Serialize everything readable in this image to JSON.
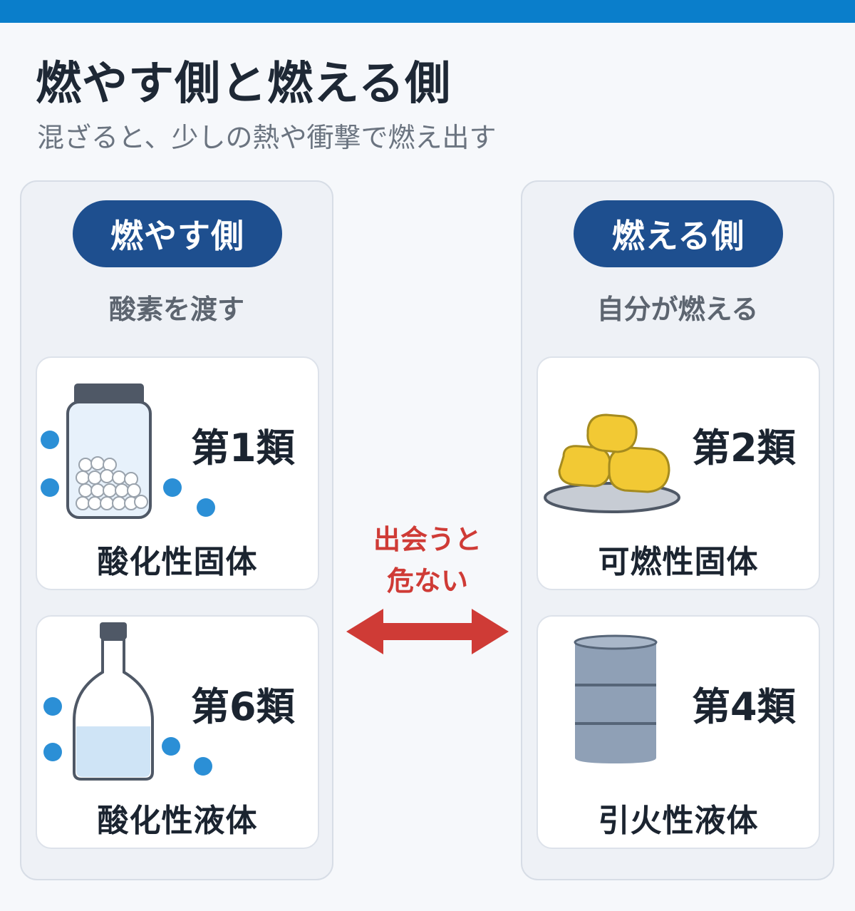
{
  "title": "燃やす側と燃える側",
  "subtitle": "混ざると、少しの熱や衝撃で燃え出す",
  "colors": {
    "accent": "#0a7ecb",
    "pill": "#1e4f8f",
    "danger": "#cf3b36",
    "dot": "#2b8fd6"
  },
  "left": {
    "label": "燃やす側",
    "role": "酸素を渡す",
    "items": [
      {
        "cls": "第1類",
        "name": "酸化性固体",
        "icon": "jar-of-pellets-icon"
      },
      {
        "cls": "第6類",
        "name": "酸化性液体",
        "icon": "liquid-bottle-icon"
      }
    ]
  },
  "right": {
    "label": "燃える側",
    "role": "自分が燃える",
    "items": [
      {
        "cls": "第2類",
        "name": "可燃性固体",
        "icon": "sulfur-lumps-plate-icon"
      },
      {
        "cls": "第4類",
        "name": "引火性液体",
        "icon": "oil-drum-icon"
      }
    ]
  },
  "center": {
    "line1": "出会うと",
    "line2": "危ない",
    "icon": "double-arrow-icon"
  }
}
